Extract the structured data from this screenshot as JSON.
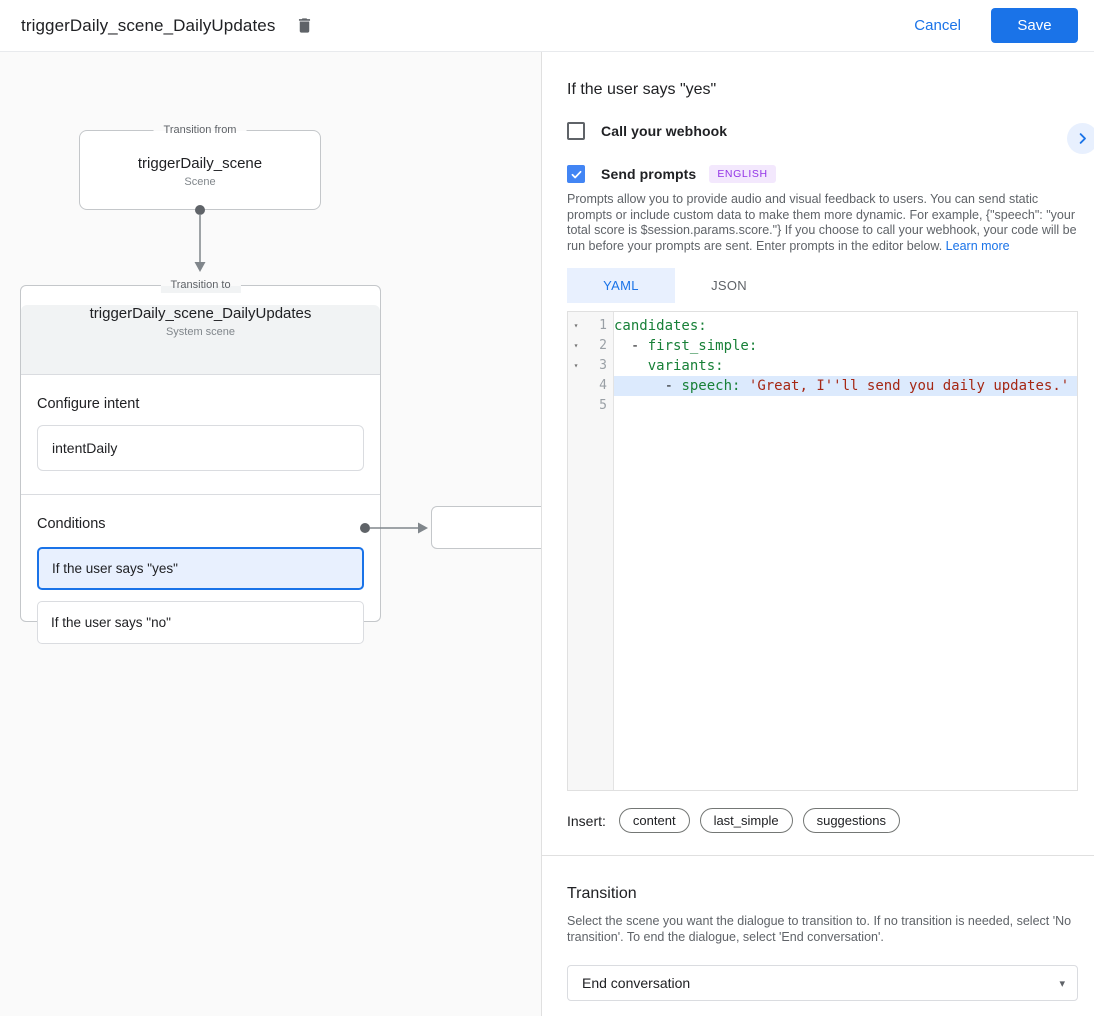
{
  "header": {
    "title": "triggerDaily_scene_DailyUpdates",
    "cancel_label": "Cancel",
    "save_label": "Save"
  },
  "canvas": {
    "from_node": {
      "legend": "Transition from",
      "title": "triggerDaily_scene",
      "subtitle": "Scene"
    },
    "to_node": {
      "legend": "Transition to",
      "title": "triggerDaily_scene_DailyUpdates",
      "subtitle": "System scene"
    },
    "intent_section": {
      "label": "Configure intent",
      "value": "intentDaily"
    },
    "conditions_section": {
      "label": "Conditions",
      "items": [
        {
          "label": "If the user says \"yes\"",
          "selected": true
        },
        {
          "label": "If the user says \"no\"",
          "selected": false
        }
      ]
    }
  },
  "panel": {
    "title": "If the user says \"yes\"",
    "webhook": {
      "label": "Call your webhook",
      "checked": false
    },
    "prompts": {
      "label": "Send prompts",
      "checked": true,
      "badge": "ENGLISH"
    },
    "description": "Prompts allow you to provide audio and visual feedback to users. You can send static prompts or include custom data to make them more dynamic. For example, {\"speech\": \"your total score is $session.params.score.\"} If you choose to call your webhook, your code will be run before your prompts are sent. Enter prompts in the editor below. ",
    "learn_more": "Learn more",
    "tabs": [
      {
        "label": "YAML",
        "active": true
      },
      {
        "label": "JSON",
        "active": false
      }
    ],
    "editor": {
      "lines": [
        {
          "num": "1",
          "parts": {
            "key": "candidates:"
          }
        },
        {
          "num": "2",
          "parts": {
            "plain": "  - ",
            "key": "first_simple:"
          }
        },
        {
          "num": "3",
          "parts": {
            "plain": "    ",
            "key": "variants:"
          }
        },
        {
          "num": "4",
          "parts": {
            "plain": "      - ",
            "key": "speech:",
            "sep": " ",
            "str": "'Great, I''ll send you daily updates.'"
          }
        },
        {
          "num": "5"
        }
      ]
    },
    "insert": {
      "label": "Insert:",
      "chips": [
        "content",
        "last_simple",
        "suggestions"
      ]
    },
    "transition": {
      "title": "Transition",
      "description": "Select the scene you want the dialogue to transition to. If no transition is needed, select 'No transition'. To end the dialogue, select 'End conversation'.",
      "value": "End conversation"
    }
  },
  "icons": {
    "fold": "▾",
    "dropdown": "▾"
  },
  "colors": {
    "accent": "#1a73e8",
    "selected_bg": "#e8f0fe",
    "badge_bg": "#f3e8fd",
    "badge_text": "#9334e6",
    "code_key": "#188038",
    "code_string": "#a52714"
  }
}
